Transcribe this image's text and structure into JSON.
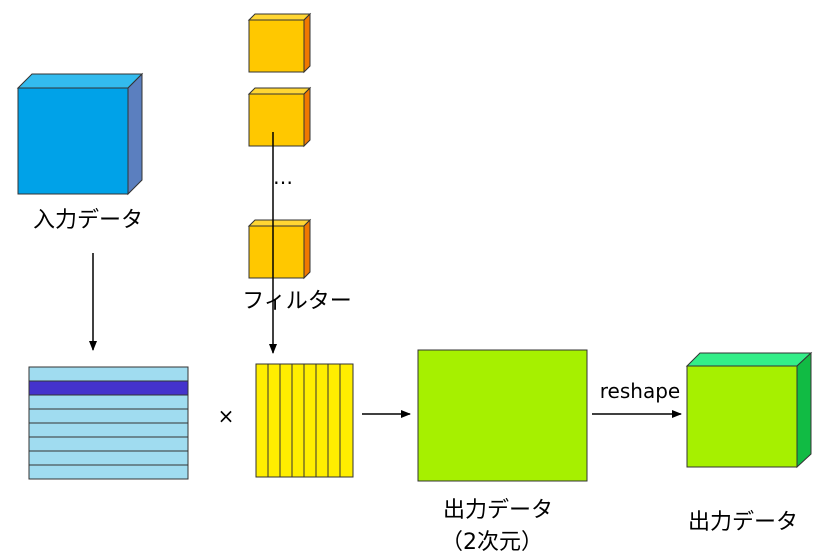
{
  "labels": {
    "input": "入力データ",
    "filter": "フィルター",
    "filter_ellipsis": "…",
    "multiply": "×",
    "output_2d": "出力データ",
    "output_2d_sub": "（2次元）",
    "reshape": "reshape",
    "output": "出力データ"
  },
  "colors": {
    "input_front": "#00a2e8",
    "input_top": "#33bbee",
    "input_side": "#5b7fbf",
    "filter_front": "#ffc800",
    "filter_top": "#ffd633",
    "filter_side": "#f07800",
    "matrix_stripe": "#a0dcf0",
    "matrix_highlight": "#4433cc",
    "filter_column": "#ffee00",
    "output2d": "#a6f000",
    "output_front": "#a6f000",
    "output_top": "#33ee88",
    "output_side": "#11bb44"
  }
}
